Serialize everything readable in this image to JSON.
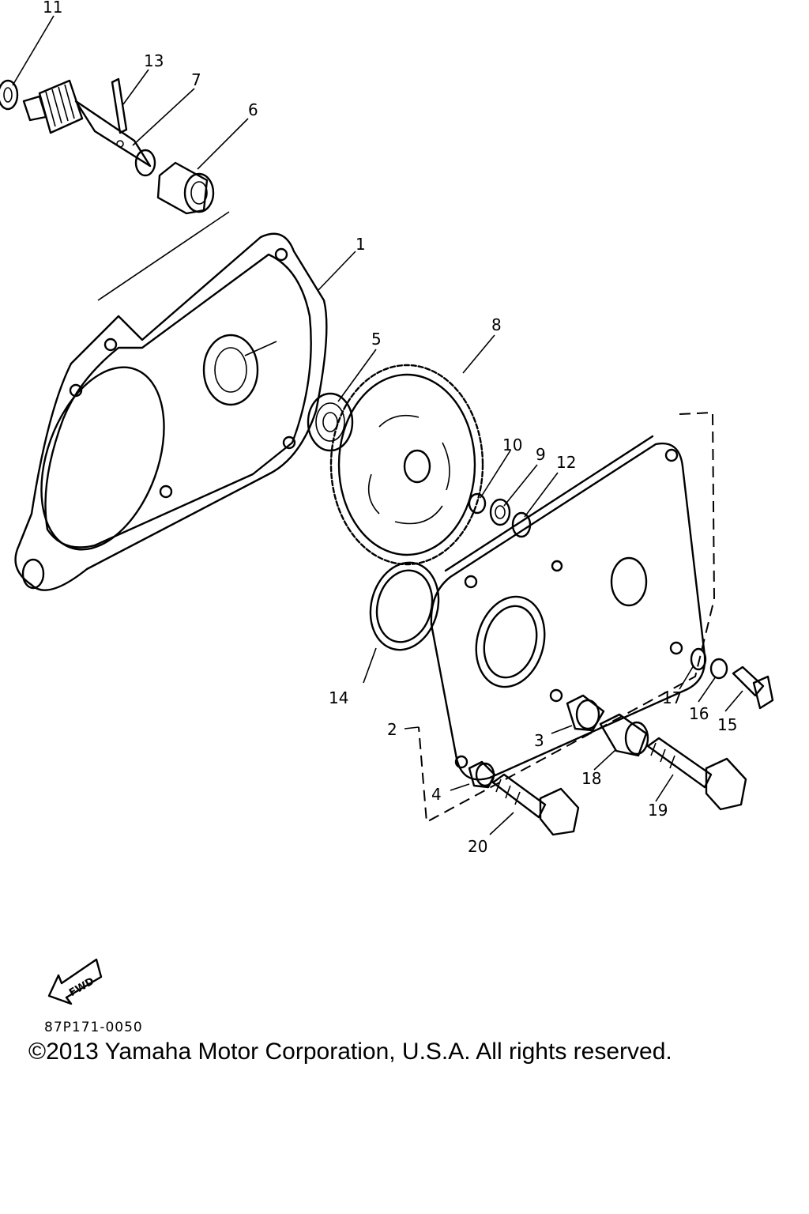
{
  "diagram": {
    "callouts": [
      "1",
      "2",
      "3",
      "4",
      "5",
      "6",
      "7",
      "8",
      "9",
      "10",
      "11",
      "12",
      "13",
      "14",
      "15",
      "16",
      "17",
      "18",
      "19",
      "20"
    ],
    "fwd_label": "FWD",
    "part_code": "87P171-0050",
    "copyright": "©2013 Yamaha Motor Corporation, U.S.A. All rights reserved."
  }
}
